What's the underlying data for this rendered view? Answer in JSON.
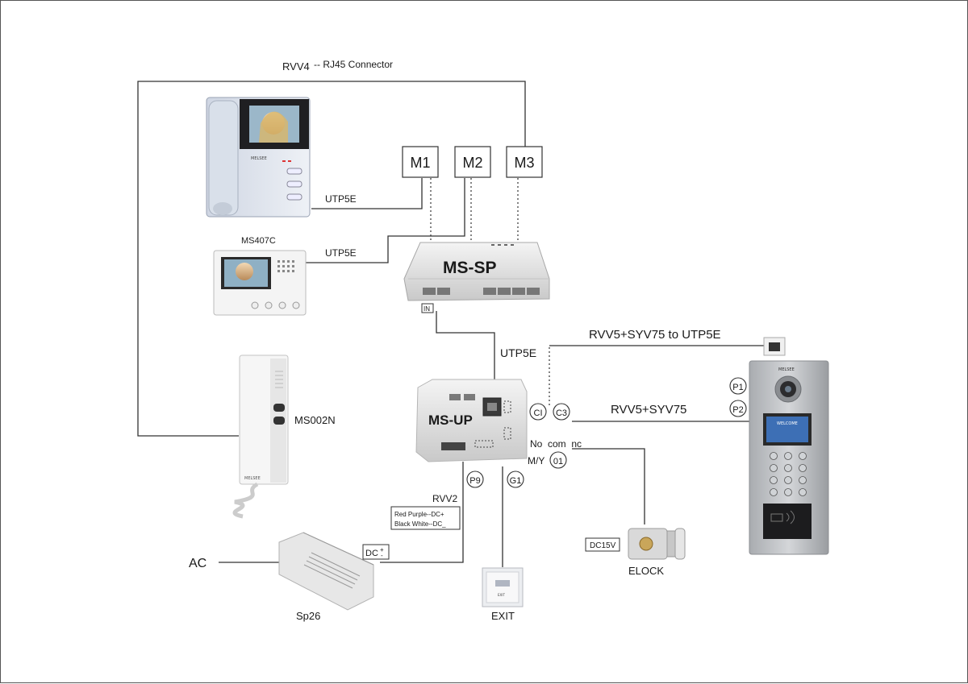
{
  "labels": {
    "rvv4": "RVV4",
    "rj45": "-- RJ45 Connector",
    "m1": "M1",
    "m2": "M2",
    "m3": "M3",
    "utp5e_1": "UTP5E",
    "utp5e_2": "UTP5E",
    "utp5e_3": "UTP5E",
    "ms407c": "MS407C",
    "ms_sp": "MS-SP",
    "in": "IN",
    "rvv5_utp": "RVV5+SYV75 to UTP5E",
    "rvv5": "RVV5+SYV75",
    "ms002n": "MS002N",
    "ms_up": "MS-UP",
    "ci": "CI",
    "c3": "C3",
    "p1": "P1",
    "p2": "P2",
    "no_com_nc": "No  com  nc",
    "my": "M/Y",
    "o1": "01",
    "p9": "P9",
    "g1": "G1",
    "rvv2": "RVV2",
    "red_purple": "Red Purple--DC+",
    "black_white": "Black White--DC_",
    "dc": "DC",
    "dc_sign": "+",
    "dc_sign2": "-",
    "ac": "AC",
    "sp26": "Sp26",
    "exit": "EXIT",
    "exit_plate": "EXIT",
    "dc15v": "DC15V",
    "elock": "ELOCK",
    "melsee": "MELSEE",
    "welcome": "WELCOME"
  },
  "colors": {
    "line": "#333333",
    "device_body": "#dfe3ea",
    "panel": "#b9bcc0",
    "lcd": "#3d6fb5"
  }
}
